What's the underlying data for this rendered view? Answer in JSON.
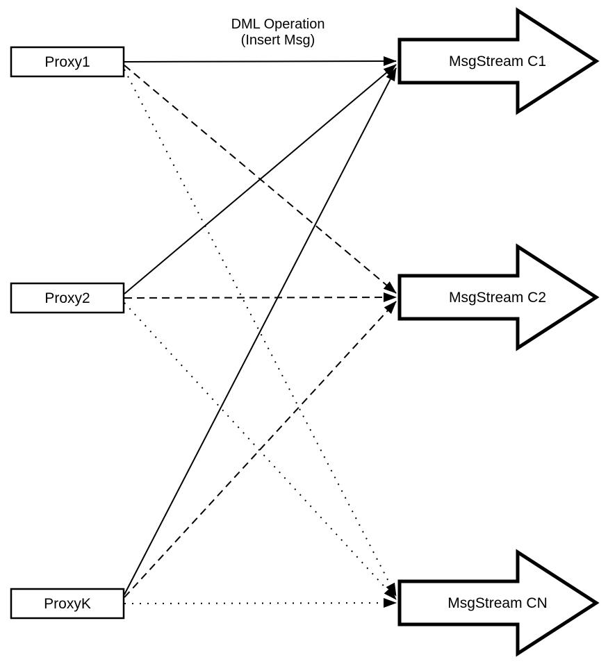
{
  "diagram": {
    "type": "flow-diagram",
    "colors": {
      "background": "#ffffff",
      "stroke": "#000000",
      "node_fill": "#ffffff"
    },
    "edge_label": {
      "line1": "DML Operation",
      "line2": "(Insert Msg)"
    },
    "proxies": [
      {
        "label": "Proxy1"
      },
      {
        "label": "Proxy2"
      },
      {
        "label": "ProxyK"
      }
    ],
    "streams": [
      {
        "label": "MsgStream C1"
      },
      {
        "label": "MsgStream C2"
      },
      {
        "label": "MsgStream CN"
      }
    ],
    "edges": [
      {
        "from": "Proxy1",
        "to": "MsgStream C1",
        "style": "solid",
        "label": "DML Operation (Insert Msg)"
      },
      {
        "from": "Proxy2",
        "to": "MsgStream C1",
        "style": "solid"
      },
      {
        "from": "ProxyK",
        "to": "MsgStream C1",
        "style": "solid"
      },
      {
        "from": "Proxy1",
        "to": "MsgStream C2",
        "style": "dashed"
      },
      {
        "from": "Proxy2",
        "to": "MsgStream C2",
        "style": "dashed"
      },
      {
        "from": "ProxyK",
        "to": "MsgStream C2",
        "style": "dashed"
      },
      {
        "from": "Proxy1",
        "to": "MsgStream CN",
        "style": "dotted"
      },
      {
        "from": "Proxy2",
        "to": "MsgStream CN",
        "style": "dotted"
      },
      {
        "from": "ProxyK",
        "to": "MsgStream CN",
        "style": "dotted"
      }
    ]
  }
}
